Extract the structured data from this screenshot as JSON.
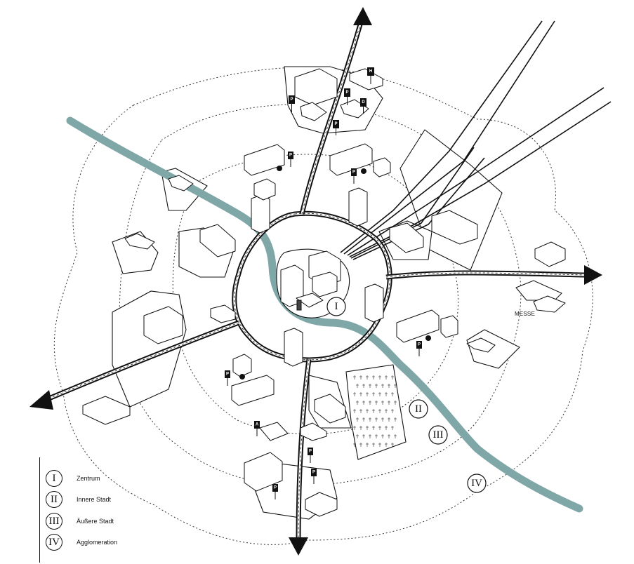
{
  "zones": [
    {
      "numeral": "I",
      "label": "Zentrum"
    },
    {
      "numeral": "II",
      "label": "Innere Stadt"
    },
    {
      "numeral": "III",
      "label": "Äußere Stadt"
    },
    {
      "numeral": "IV",
      "label": "Agglomeration"
    }
  ],
  "map_labels": {
    "fair": "MESSE"
  },
  "signs": {
    "parking": "P",
    "station": "D",
    "airport": "H",
    "a": "A"
  },
  "colors": {
    "river": "#7fa7a8",
    "ink": "#111111"
  }
}
